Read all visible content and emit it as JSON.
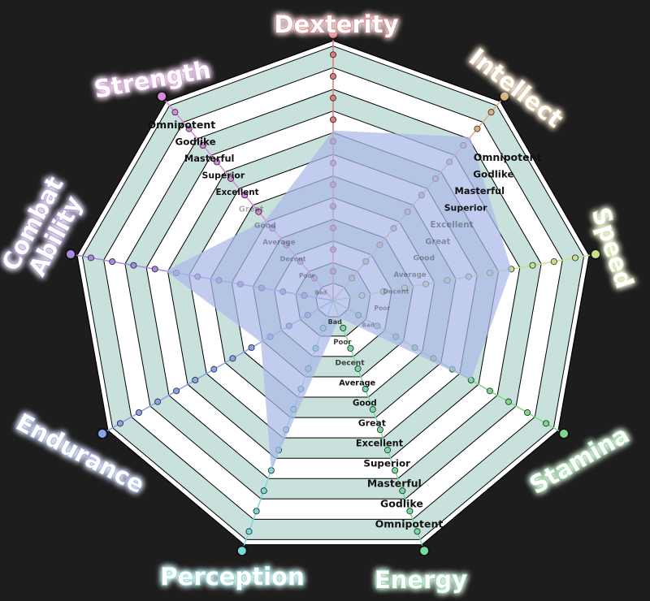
{
  "chart_data": {
    "type": "radar",
    "title": "",
    "levels": [
      "Bad",
      "Poor",
      "Decent",
      "Average",
      "Good",
      "Great",
      "Excellent",
      "Superior",
      "Masterful",
      "Godlike",
      "Omnipotent"
    ],
    "max_level": 11,
    "axes": [
      {
        "name": "Dexterity",
        "color": "#e07a7a",
        "value": 7.5
      },
      {
        "name": "Intellect",
        "color": "#d9b07a",
        "value": 9.5
      },
      {
        "name": "Speed",
        "color": "#c8e08a",
        "value": 8.0
      },
      {
        "name": "Stamina",
        "color": "#7ad98a",
        "value": 7.0
      },
      {
        "name": "Energy",
        "color": "#7ad9a0",
        "value": 0.5
      },
      {
        "name": "Perception",
        "color": "#7ad9d9",
        "value": 8.0
      },
      {
        "name": "Endurance",
        "color": "#8aa3e8",
        "value": 3.5
      },
      {
        "name": "Combat Ability",
        "color": "#a68ae0",
        "value": 7.5
      },
      {
        "name": "Strength",
        "color": "#d98ad9",
        "value": 4.5
      }
    ],
    "grid_colors": {
      "band_a": "#c9e1dc",
      "band_b": "#ffffff",
      "outline": "#000000"
    },
    "polygon_color": "#aab9e8"
  }
}
